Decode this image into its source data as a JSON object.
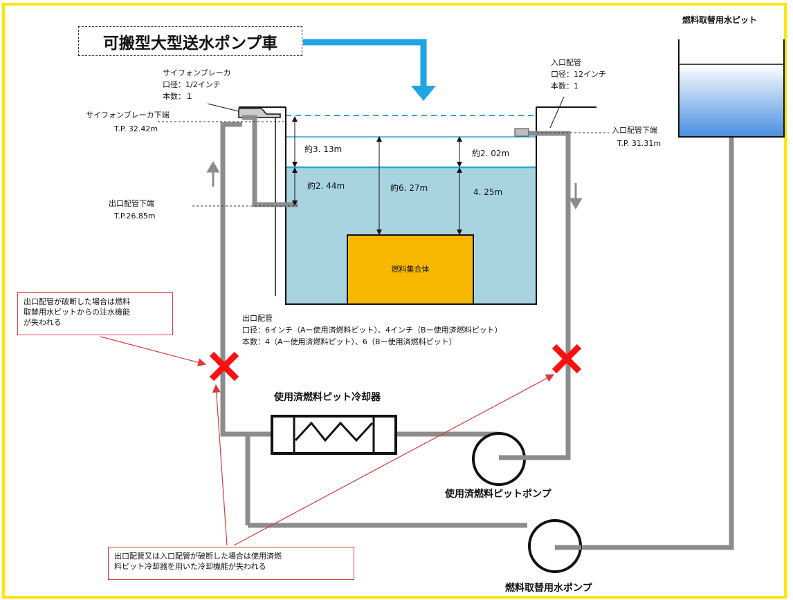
{
  "truck_label": "可搬型大型送水ポンプ車",
  "reserve_pit_label": "燃料取替用水ピット",
  "siphon_breaker": {
    "title": "サイフォンブレーカ",
    "diameter": "口径：1/2インチ",
    "count": "本数：１",
    "bottom_label": "サイフォンブレーカ下端",
    "bottom_tp": "T.P. 32.42m"
  },
  "inlet_pipe": {
    "title": "入口配管",
    "diameter": "口径：12インチ",
    "count": "本数：1",
    "bottom_label": "入口配管下端",
    "bottom_tp": "T.P. 31.31m"
  },
  "outlet_pipe_bottom": {
    "label": "出口配管下端",
    "tp": "T.P.26.85m"
  },
  "outlet_pipe": {
    "title": "出口配管",
    "diameter": "口径：6インチ（Aー使用済燃料ピット）、4インチ（Bー使用済燃料ピット）",
    "count": "本数：4（Aー使用済燃料ピット）、6（Bー使用済燃料ピット）"
  },
  "measurements": {
    "m1": "約3. 13m",
    "m2": "約2. 44m",
    "m3": "約6. 27m",
    "m4": "約2. 02m",
    "m5": "4. 25m"
  },
  "fuel_assembly": "燃料集合体",
  "cooler_label": "使用済燃料ピット冷却器",
  "spent_fuel_pump": "使用済燃料ピットポンプ",
  "reserve_pump": "燃料取替用水ポンプ",
  "note_top": [
    "出口配管が破断した場合は燃料",
    "取替用水ピットからの注水機能",
    "が失われる"
  ],
  "note_bottom": [
    "出口配管又は入口配管が破断した場合は使用済燃",
    "料ピット冷却器を用いた冷却機能が失われる"
  ],
  "colors": {
    "frame": "#ffe600",
    "water": "#a8d4e0",
    "water_line": "#2fa6dc",
    "pipe": "#8c8c8c",
    "fuel": "#f8b800",
    "arrow_blue": "#1ea6e4",
    "break_mark": "#ff1010",
    "note_border": "#d93a3a"
  }
}
